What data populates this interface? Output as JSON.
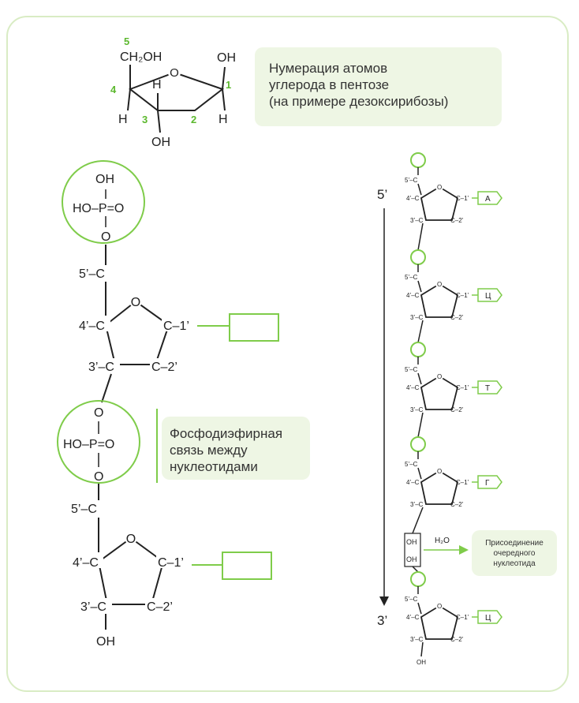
{
  "top_structure": {
    "ch2oh": "CH₂OH",
    "oh_right": "OH",
    "oh_bottom": "OH",
    "h_left": "H",
    "h_inner": "H",
    "h_right": "H",
    "ring_o": "O",
    "numbers": {
      "c1": "1",
      "c2": "2",
      "c3": "3",
      "c4": "4",
      "c5": "5"
    }
  },
  "callouts": {
    "numbering": [
      "Нумерация атомов",
      "углерода в пентозе",
      "(на примере дезоксирибозы)"
    ],
    "bond": [
      "Фосфодиэфирная",
      "связь между",
      "нуклеотидами"
    ],
    "addition": [
      "Присоединение",
      "очередного",
      "нуклеотида"
    ]
  },
  "left_chain": {
    "phosphate_oh": "OH",
    "phosphate_core": "HO–P=O",
    "o": "O",
    "c5": "5’–C",
    "c4": "4’–C",
    "c1": "C–1’",
    "c3": "3’–C",
    "c2": "C–2’",
    "ring_o": "O",
    "terminal_oh": "OH"
  },
  "right_chain": {
    "end_5": "5’",
    "end_3": "3’",
    "label_c5": "5’–C",
    "label_c4": "4’–C",
    "label_c3": "3’–C",
    "label_c1": "C–1’",
    "label_c2": "C–2’",
    "ring_o": "O",
    "bases": [
      "А",
      "Ц",
      "Т",
      "Г",
      "Ц"
    ],
    "oh_upper": "OH",
    "oh_lower": "OH",
    "water": "H₂O",
    "terminal_oh": "OH"
  },
  "colors": {
    "accent": "#7fcc4a",
    "callout_bg": "#eef6e4",
    "frame": "#d9ecc4",
    "ink": "#222222"
  }
}
